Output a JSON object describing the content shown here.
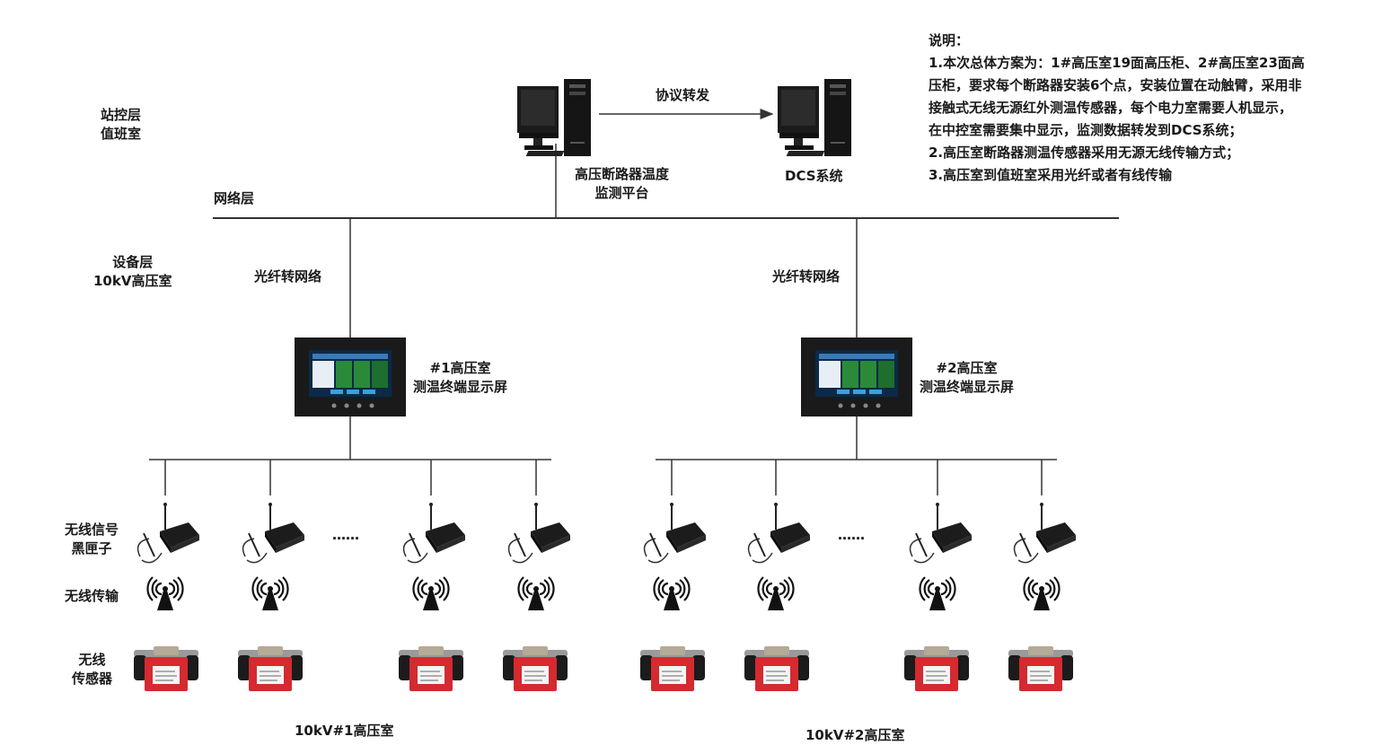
{
  "layers": {
    "station_line1": "站控层",
    "station_line2": "值班室",
    "network": "网络层",
    "device_line1": "设备层",
    "device_line2": "10kV高压室"
  },
  "platform": {
    "line1": "高压断路器温度",
    "line2": "监测平台"
  },
  "protocol_label": "协议转发",
  "dcs_label": "DCS系统",
  "notes": {
    "title": "说明：",
    "lines": [
      "1.本次总体方案为：1#高压室19面高压柜、2#高压室23面高",
      "压柜，要求每个断路器安装6个点，安装位置在动触臂，采用非",
      "接触式无线无源红外测温传感器，每个电力室需要人机显示，",
      "在中控室需要集中显示，监测数据转发到DCS系统；",
      "2.高压室断路器测温传感器采用无源无线传输方式；",
      "3.高压室到值班室采用光纤或者有线传输"
    ]
  },
  "rooms": [
    {
      "fiber_label": "光纤转网络",
      "terminal_line1": "#1高压室",
      "terminal_line2": "测温终端显示屏",
      "bottom_label": "10kV#1高压室",
      "ellipsis": "……"
    },
    {
      "fiber_label": "光纤转网络",
      "terminal_line1": "#2高压室",
      "terminal_line2": "测温终端显示屏",
      "bottom_label": "10kV#2高压室",
      "ellipsis": "……"
    }
  ],
  "row_labels": {
    "blackbox_line1": "无线信号",
    "blackbox_line2": "黑匣子",
    "wireless": "无线传输",
    "sensor_line1": "无线",
    "sensor_line2": "传感器"
  },
  "colors": {
    "line": "#333333",
    "sensor_red": "#d42a30",
    "screen_green": "#2a8a3a",
    "screen_blue": "#1f5fb0"
  },
  "icons": [
    "computer-icon",
    "display-terminal-icon",
    "wireless-box-icon",
    "wireless-signal-icon",
    "temperature-sensor-icon"
  ]
}
